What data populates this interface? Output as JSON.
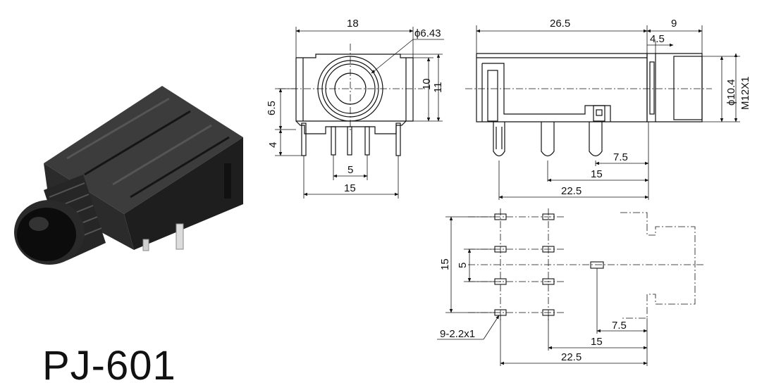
{
  "product": {
    "model": "PJ-601"
  },
  "front_view": {
    "width": "18",
    "diameter": "ϕ6.43",
    "inner_height": "10",
    "outer_height": "11",
    "center_height": "6.5",
    "pin_length": "4",
    "pin_pitch": "5",
    "pin_span": "15"
  },
  "side_view": {
    "body_length": "26.5",
    "nut_length": "9",
    "collar": "4.5",
    "barrel_diameter": "ϕ10.4",
    "thread": "M12X1",
    "pin_offset_1": "7.5",
    "pin_offset_2": "15",
    "pin_offset_3": "22.5"
  },
  "pcb_layout": {
    "height": "15",
    "pitch": "5",
    "holes": "9-2.2x1",
    "offset_1": "7.5",
    "offset_2": "15",
    "offset_3": "22.5"
  },
  "colors": {
    "line": "#111111",
    "body": "#2a2a2a",
    "background": "#ffffff"
  }
}
